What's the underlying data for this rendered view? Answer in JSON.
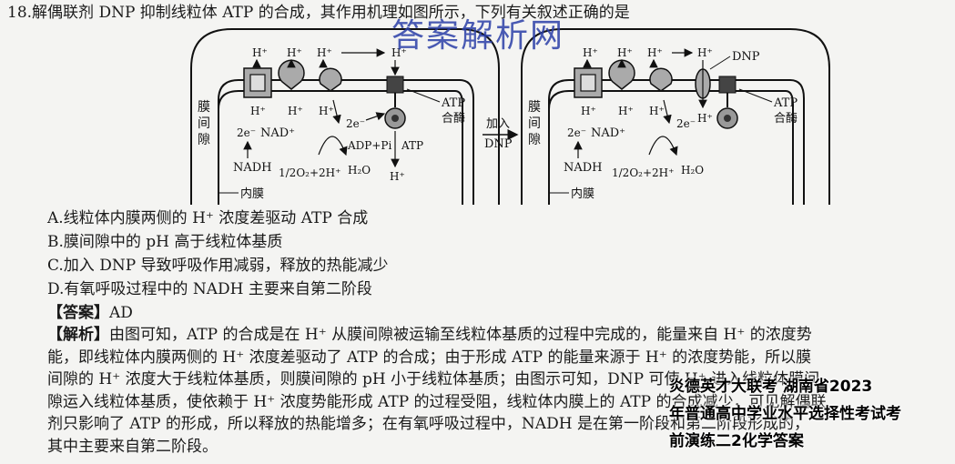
{
  "question": {
    "stem": "18.解偶联剂 DNP 抑制线粒体 ATP 的合成，其作用机理如图所示，下列有关叙述正确的是",
    "options": [
      "A.线粒体内膜两侧的 H⁺ 浓度差驱动 ATP 合成",
      "B.膜间隙中的 pH 高于线粒体基质",
      "C.加入 DNP 导致呼吸作用减弱，释放的热能减少",
      "D.有氧呼吸过程中的 NADH 主要来自第二阶段"
    ]
  },
  "answer": {
    "label": "【答案】",
    "value": "AD"
  },
  "explanation": {
    "label": "【解析】",
    "lines": [
      "由图可知，ATP 的合成是在 H⁺ 从膜间隙被运输至线粒体基质的过程中完成的，能量来自 H⁺ 的浓度势",
      "能，即线粒体内膜两侧的 H⁺ 浓度差驱动了 ATP 的合成；由于形成 ATP 的能量来源于 H⁺ 的浓度势能，所以膜",
      "间隙的 H⁺ 浓度大于线粒体基质，则膜间隙的 pH 小于线粒体基质；由图示可知，DNP 可使 H⁺ 进入线粒体膜间",
      "隙运入线粒体基质，使依赖于 H⁺ 浓度势能形成 ATP 的过程受阻，线粒体内膜上的 ATP 的合成减少，可见解偶联",
      "剂只影响了 ATP 的形成，所以释放的热能增多；在有氧呼吸过程中，NADH 是在第一阶段和第二阶段形成的，",
      "其中主要来自第二阶段。"
    ]
  },
  "diagram": {
    "h": "H⁺",
    "e": "2e⁻",
    "nad": "NAD⁺",
    "nadh": "NADH",
    "water": "1/2O₂+2H⁺",
    "h2o": "H₂O",
    "adp": "ADP+Pi",
    "atp": "ATP",
    "atp_synthase_1": "ATP",
    "atp_synthase_2": "合酶",
    "space_1": "膜",
    "space_2": "间",
    "space_3": "隙",
    "inner_membrane": "内膜",
    "add_1": "加入",
    "add_2": "DNP",
    "dnp": "DNP"
  },
  "watermarks": {
    "top": "答案解析网",
    "bottom_lines": [
      "炎德英才大联考 湖南省2023",
      "年普通高中学业水平选择性考试考",
      "前演练二2化学答案"
    ]
  }
}
